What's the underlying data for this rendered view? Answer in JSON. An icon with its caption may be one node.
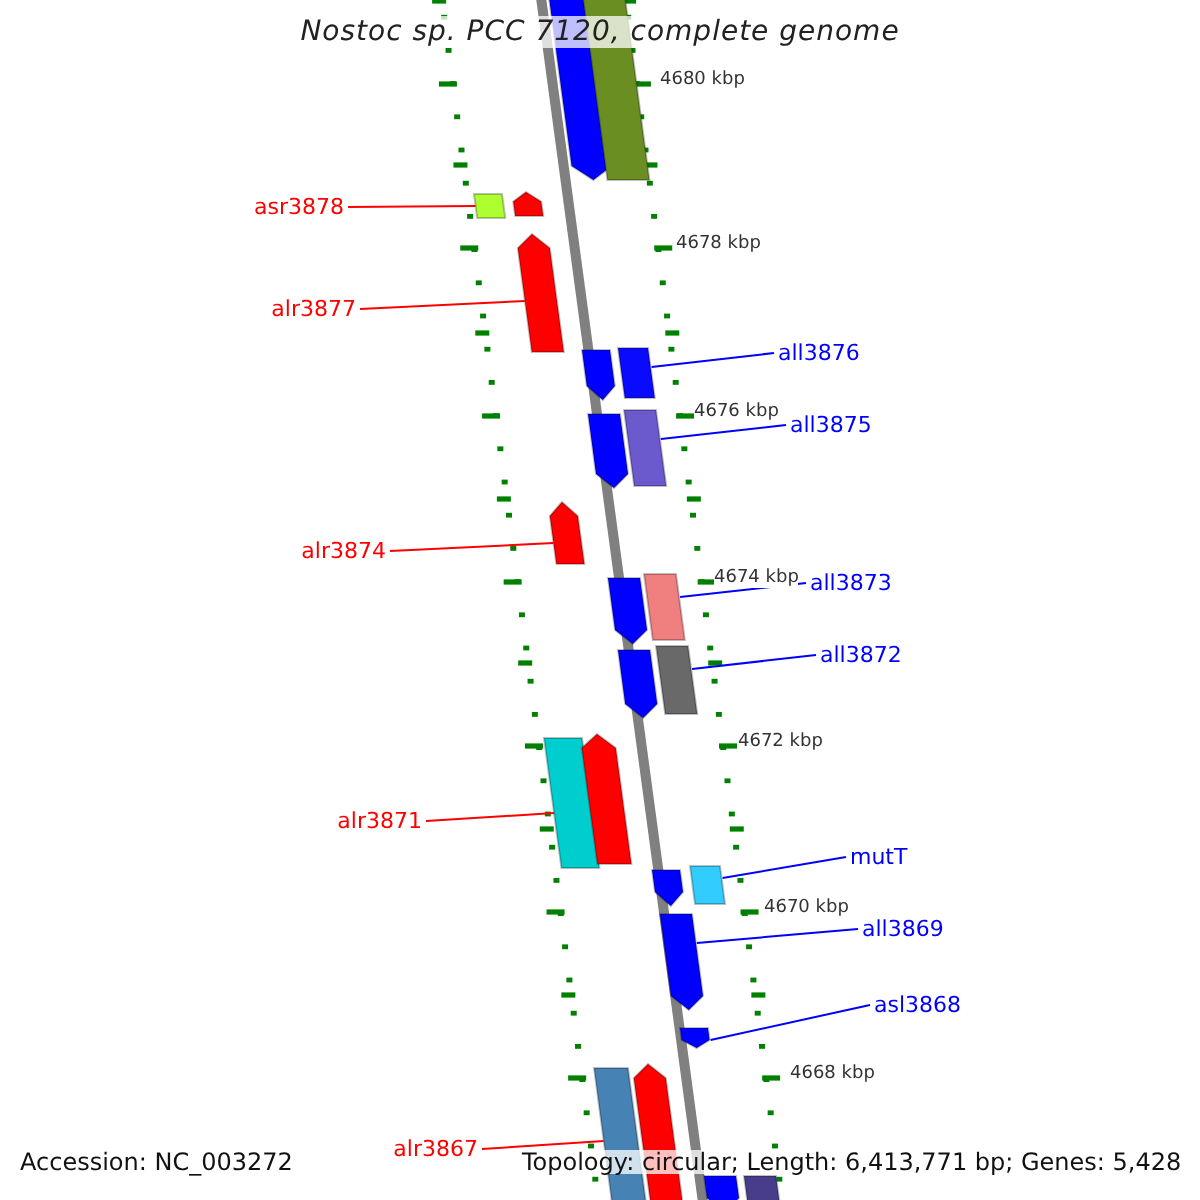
{
  "diagram": {
    "title": "Nostoc sp. PCC 7120, complete genome",
    "nodes": [
      {
        "text": [],
        "shape": "pentagon"
      },
      {
        "text": [],
        "shape": "bar"
      },
      {
        "text": [
          "asr3878"
        ]
      },
      {
        "text": [],
        "shape": "bar"
      },
      {
        "text": [],
        "shape": "pentagon"
      },
      {
        "text": [
          "alr3877"
        ]
      },
      {
        "text": [],
        "shape": "pentagon"
      },
      {
        "text": [],
        "shape": "pentagon"
      },
      {
        "text": [],
        "shape": "bar"
      },
      {
        "text": [
          "all3876"
        ]
      },
      {
        "text": [],
        "shape": "pentagon"
      },
      {
        "text": [],
        "shape": "bar"
      },
      {
        "text": [
          "all3875"
        ]
      },
      {
        "text": [
          "alr3874"
        ]
      },
      {
        "text": [],
        "shape": "pentagon"
      },
      {
        "text": [],
        "shape": "pentagon"
      },
      {
        "text": [],
        "shape": "bar"
      },
      {
        "text": [
          "all3873"
        ]
      },
      {
        "text": [],
        "shape": "pentagon"
      },
      {
        "text": [],
        "shape": "bar"
      },
      {
        "text": [
          "all3872"
        ]
      },
      {
        "text": [
          "alr3871"
        ]
      },
      {
        "text": [],
        "shape": "bar"
      },
      {
        "text": [],
        "shape": "pentagon"
      },
      {
        "text": [],
        "shape": "pentagon"
      },
      {
        "text": [],
        "shape": "bar"
      },
      {
        "text": [
          "mutT"
        ]
      },
      {
        "text": [],
        "shape": "pentagon"
      },
      {
        "text": [
          "all3869"
        ]
      },
      {
        "text": [],
        "shape": "pentagon"
      },
      {
        "text": [
          "asl3868"
        ]
      },
      {
        "text": [],
        "shape": "bar"
      },
      {
        "text": [],
        "shape": "pentagon"
      },
      {
        "text": [
          "alr3867"
        ]
      },
      {
        "text": [],
        "shape": "pentagon"
      },
      {
        "text": [],
        "shape": "bar"
      }
    ],
    "edges": [
      {
        "from": 2,
        "to": 3,
        "arrow": "none",
        "color": "#ff0000"
      },
      {
        "from": 5,
        "to": 6,
        "arrow": "none",
        "color": "#ff0000"
      },
      {
        "from": 9,
        "to": 8,
        "arrow": "none",
        "color": "#0000ff"
      },
      {
        "from": 12,
        "to": 11,
        "arrow": "none",
        "color": "#0000ff"
      },
      {
        "from": 13,
        "to": 14,
        "arrow": "none",
        "color": "#ff0000"
      },
      {
        "from": 17,
        "to": 16,
        "arrow": "none",
        "color": "#0000ff"
      },
      {
        "from": 20,
        "to": 19,
        "arrow": "none",
        "color": "#0000ff"
      },
      {
        "from": 21,
        "to": 22,
        "arrow": "none",
        "color": "#ff0000"
      },
      {
        "from": 26,
        "to": 25,
        "arrow": "none",
        "color": "#0000ff"
      },
      {
        "from": 28,
        "to": 27,
        "arrow": "none",
        "color": "#0000ff"
      },
      {
        "from": 30,
        "to": 29,
        "arrow": "none",
        "color": "#0000ff"
      },
      {
        "from": 33,
        "to": 31,
        "arrow": "none",
        "color": "#ff0000"
      }
    ],
    "labels": [
      "4680 kbp",
      "4678 kbp",
      "4676 kbp",
      "4674 kbp",
      "4672 kbp",
      "4670 kbp",
      "4668 kbp",
      "Accession: NC_003272",
      "Topology: circular; Length: 6,413,771 bp; Genes: 5,428"
    ]
  }
}
